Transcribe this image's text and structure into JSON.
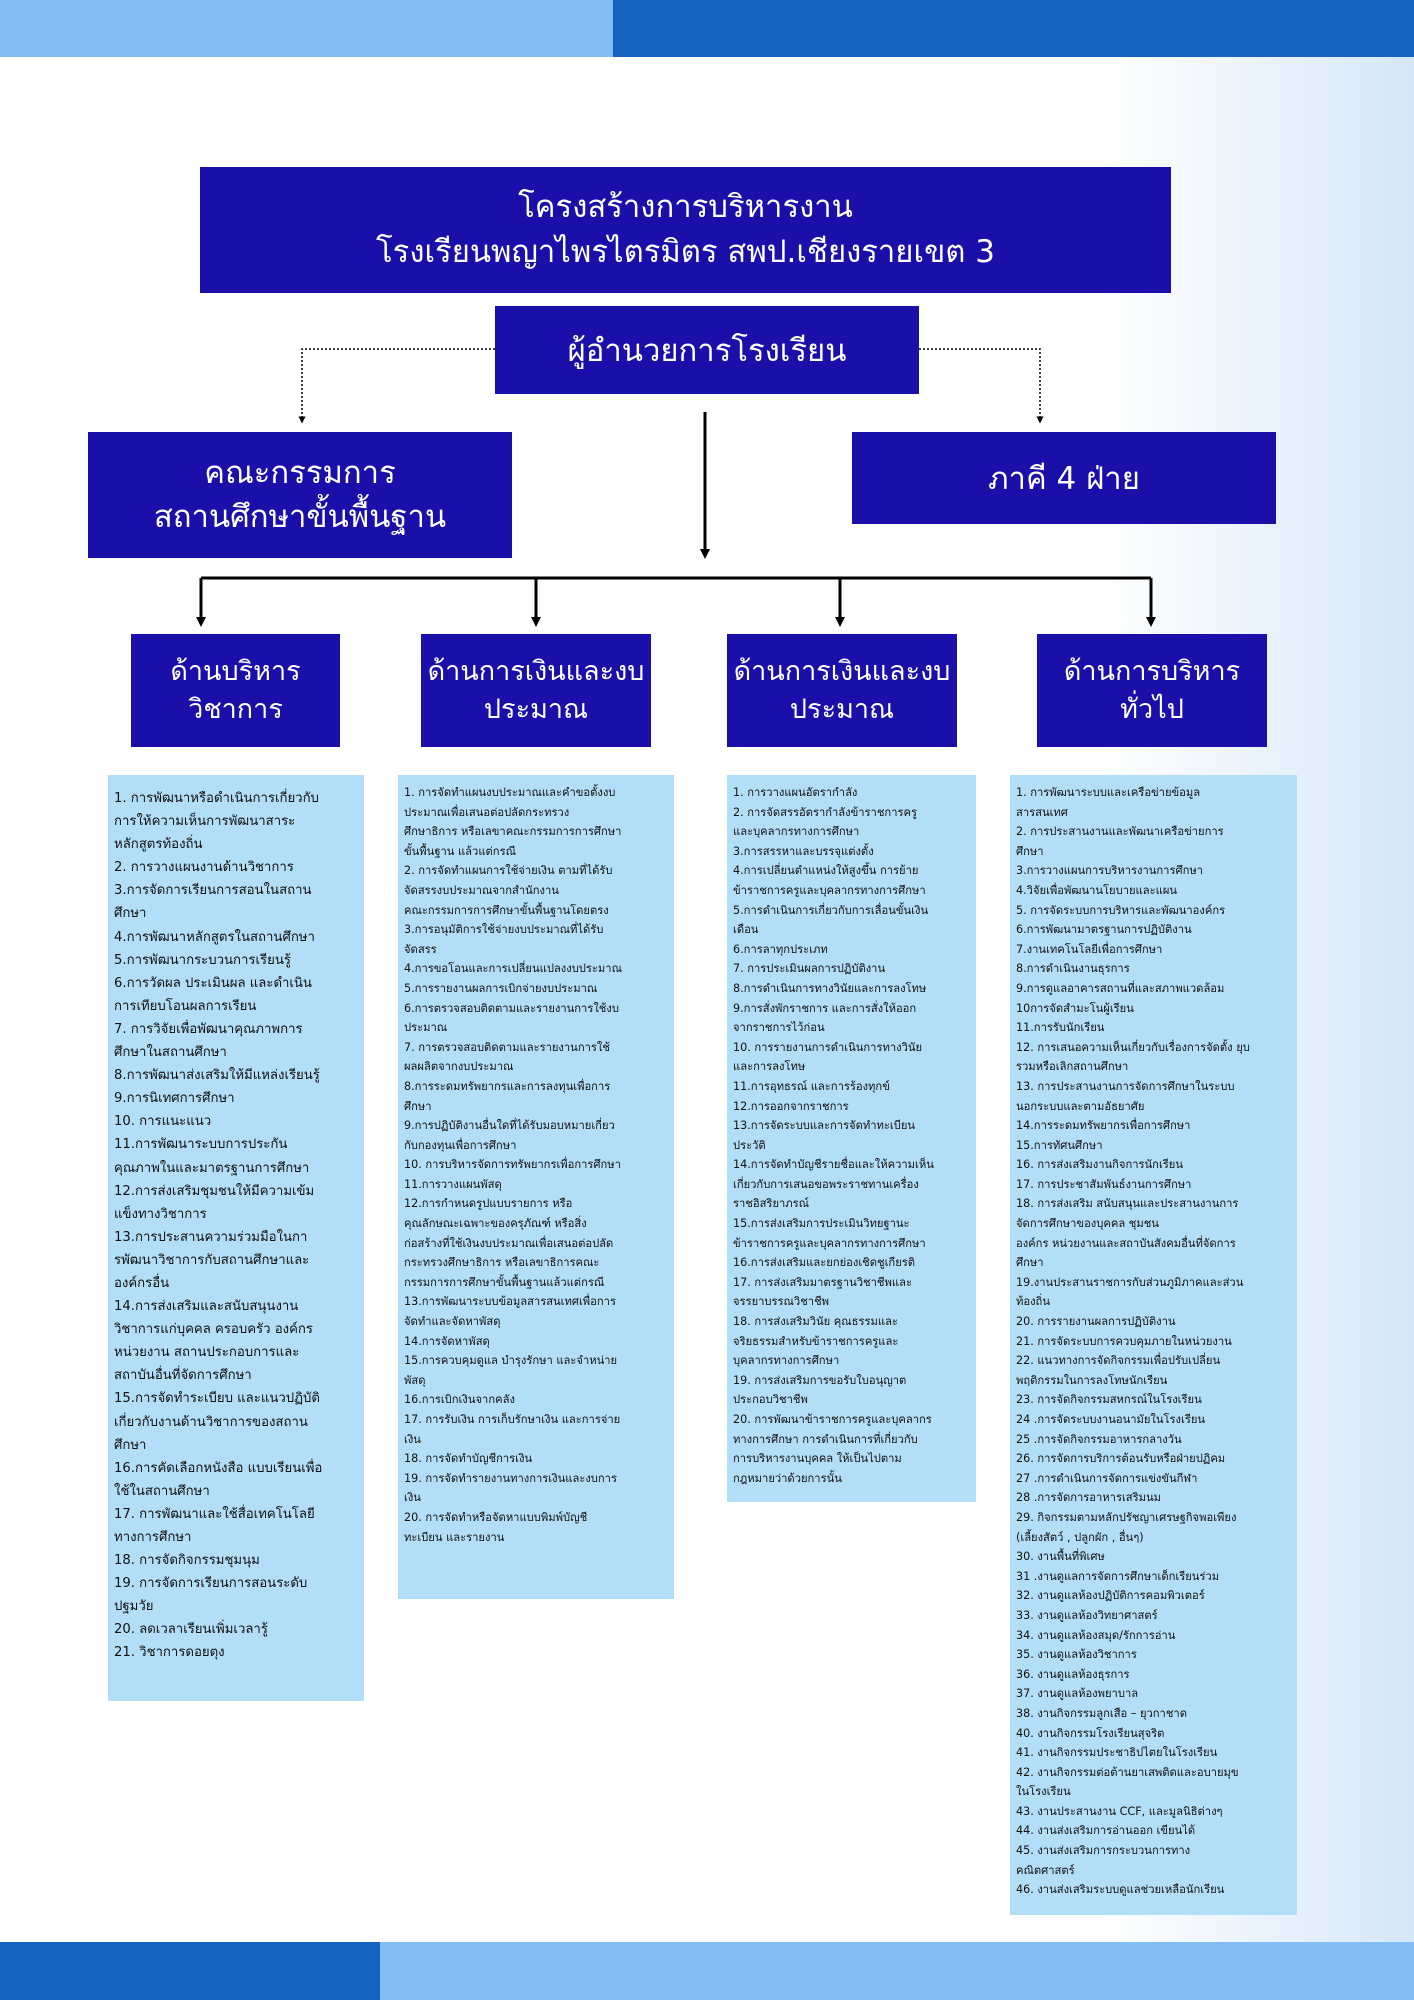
{
  "colors": {
    "header_band_left": "#83bdf1",
    "header_band_right": "#1563c0",
    "box_fill": "#1a0fa8",
    "box_text": "#ffffff",
    "task_fill": "#b3def8",
    "line": "#000000"
  },
  "title": {
    "line1": "โครงสร้างการบริหารงาน",
    "line2": "โรงเรียนพญาไพรไตรมิตร สพป.เชียงรายเขต 3"
  },
  "director": {
    "label": "ผู้อำนวยการโรงเรียน"
  },
  "committee": {
    "line1": "คณะกรรมการ",
    "line2": "สถานศึกษาขั้นพื้นฐาน"
  },
  "partners": {
    "label": "ภาคี 4 ฝ่าย"
  },
  "departments": [
    {
      "line1": "ด้านบริหาร",
      "line2": "วิชาการ"
    },
    {
      "line1": "ด้านการเงินและงบ",
      "line2": "ประมาณ"
    },
    {
      "line1": "ด้านการเงินและงบ",
      "line2": "ประมาณ"
    },
    {
      "line1": "ด้านการบริหาร",
      "line2": "ทั่วไป"
    }
  ],
  "task_lists": [
    [
      "1. การพัฒนาหรือดำเนินการเกี่ยวกับ",
      "การให้ความเห็นการพัฒนาสาระ",
      "หลักสูตรท้องถิ่น",
      "2. การวางแผนงานด้านวิชาการ",
      "3.การจัดการเรียนการสอนในสถาน",
      "ศึกษา",
      "4.การพัฒนาหลักสูตรในสถานศึกษา",
      "5.การพัฒนากระบวนการเรียนรู้",
      "6.การวัดผล ประเมินผล และดำเนิน",
      "การเทียบโอนผลการเรียน",
      "7. การวิจัยเพื่อพัฒนาคุณภาพการ",
      "ศึกษาในสถานศึกษา",
      "8.การพัฒนาส่งเสริมให้มีแหล่งเรียนรู้",
      "9.การนิเทศการศึกษา",
      "10. การแนะแนว",
      "11.การพัฒนาระบบการประกัน",
      "คุณภาพในและมาตรฐานการศึกษา",
      "12.การส่งเสริมชุมชนให้มีความเข้ม",
      "แข็งทางวิชาการ",
      "13.การประสานความร่วมมือในกา",
      "รพัฒนาวิชาการกับสถานศึกษาและ",
      "องค์กรอื่น",
      "14.การส่งเสริมและสนับสนุนงาน",
      "วิชาการแก่บุคคล ครอบครัว องค์กร",
      "หน่วยงาน สถานประกอบการและ",
      "สถาบันอื่นที่จัดการศึกษา",
      "15.การจัดทำระเบียบ และแนวปฏิบัติ",
      "เกี่ยวกับงานด้านวิชาการของสถาน",
      "ศึกษา",
      "16.การคัดเลือกหนังสือ แบบเรียนเพื่อ",
      "ใช้ในสถานศึกษา",
      "17. การพัฒนาและใช้สื่อเทคโนโลยี",
      "ทางการศึกษา",
      "18. การจัดกิจกรรมชุมนุม",
      "19. การจัดการเรียนการสอนระดับ",
      "ปฐมวัย",
      "20. ลดเวลาเรียนเพิ่มเวลารู้",
      "21. วิชาการดอยตุง"
    ],
    [
      "1. การจัดทำแผนงบประมาณและคำขอตั้งงบ",
      "ประมาณเพื่อเสนอต่อปลัดกระทรวง",
      "ศึกษาธิการ หรือเลขาคณะกรรมการการศึกษา",
      "ขั้นพื้นฐาน แล้วแต่กรณี",
      "2. การจัดทำแผนการใช้จ่ายเงิน ตามที่ได้รับ",
      "จัดสรรงบประมาณจากสำนักงาน",
      "คณะกรรมการการศึกษาขั้นพื้นฐานโดยตรง",
      "3.การอนุมัติการใช้จ่ายงบประมาณที่ได้รับ",
      "จัดสรร",
      "4.การขอโอนและการเปลี่ยนแปลงงบประมาณ",
      " 5.การรายงานผลการเบิกจ่ายงบประมาณ",
      "6.การตรวจสอบติดตามและรายงานการใช้งบ",
      "ประมาณ",
      "7. การตรวจสอบติดตามและรายงานการใช้",
      "ผลผลิตจากงบประมาณ",
      "8.การระดมทรัพยากรและการลงทุนเพื่อการ",
      "ศึกษา",
      " 9.การปฏิบัติงานอื่นใดที่ได้รับมอบหมายเกี่ยว",
      "กับกองทุนเพื่อการศึกษา",
      "10. การบริหารจัดการทรัพยากรเพื่อการศึกษา",
      "11.การวางแผนพัสดุ",
      "12.การกำหนดรูปแบบรายการ หรือ",
      "คุณลักษณะเฉพาะของครุภัณฑ์ หรือสิ่ง",
      "ก่อสร้างที่ใช้เงินงบประมาณเพื่อเสนอต่อปลัด",
      "กระทรวงศึกษาธิการ หรือเลขาธิการคณะ",
      "กรรมการการศึกษาขั้นพื้นฐานแล้วแต่กรณี",
      "13.การพัฒนาระบบข้อมูลสารสนเทศเพื่อการ",
      "จัดทำและจัดหาพัสดุ",
      "14.การจัดหาพัสดุ",
      "15.การควบคุมดูแล บำรุงรักษา และจำหน่าย",
      "พัสดุ",
      "16.การเบิกเงินจากคลัง",
      "17. การรับเงิน การเก็บรักษาเงิน และการจ่าย",
      "เงิน",
      "18. การจัดทำบัญชีการเงิน",
      "19. การจัดทำรายงานทางการเงินและงบการ",
      "เงิน",
      "20. การจัดทำหรือจัดหาแบบพิมพ์บัญชี",
      "ทะเบียน และรายงาน"
    ],
    [
      "1. การวางแผนอัตรากำลัง",
      "2. การจัดสรรอัตรากำลังข้าราชการครู",
      "และบุคลากรทางการศึกษา",
      "3.การสรรหาและบรรจุแต่งตั้ง",
      "4.การเปลี่ยนตำแหน่งให้สูงขึ้น การย้าย",
      "ข้าราชการครูและบุคลากรทางการศึกษา",
      " 5.การดำเนินการเกี่ยวกับการเลื่อนขั้นเงิน",
      "เดือน",
      "6.การลาทุกประเภท",
      "7. การประเมินผลการปฏิบัติงาน",
      "8.การดำเนินการทางวินัยและการลงโทษ",
      " 9.การสั่งพักราชการ และการสั่งให้ออก",
      "จากราชการไว้ก่อน",
      "10. การรายงานการดำเนินการทางวินัย",
      "และการลงโทษ",
      "11.การอุทธรณ์ และการร้องทุกข์",
      "12.การออกจากราชการ",
      "13.การจัดระบบและการจัดทำทะเบียน",
      "ประวัติ",
      "14.การจัดทำบัญชีรายชื่อและให้ความเห็น",
      "เกี่ยวกับการเสนอขอพระราชทานเครื่อง",
      "ราชอิสริยาภรณ์",
      "15.การส่งเสริมการประเมินวิทยฐานะ",
      "ข้าราชการครูและบุคลากรทางการศึกษา",
      "16.การส่งเสริมและยกย่องเชิดชูเกียรติ",
      "17. การส่งเสริมมาตรฐานวิชาชีพและ",
      "จรรยาบรรณวิชาชีพ",
      "18. การส่งเสริมวินัย คุณธรรมและ",
      "จริยธรรมสำหรับข้าราชการครูและ",
      "บุคลากรทางการศึกษา",
      "19. การส่งเสริมการขอรับใบอนุญาต",
      "ประกอบวิชาชีพ",
      "20. การพัฒนาข้าราชการครูและบุคลากร",
      "ทางการศึกษา การดำเนินการที่เกี่ยวกับ",
      "การบริหารงานบุคคล ให้เป็นไปตาม",
      "กฎหมายว่าด้วยการนั้น"
    ],
    [
      "1. การพัฒนาระบบและเครือข่ายข้อมูล",
      "สารสนเทศ",
      "2. การประสานงานและพัฒนาเครือข่ายการ",
      "ศึกษา",
      "3.การวางแผนการบริหารงานการศึกษา",
      "4.วิจัยเพื่อพัฒนานโยบายและแผน",
      " 5. การจัดระบบการบริหารและพัฒนาองค์กร",
      "6.การพัฒนามาตรฐานการปฏิบัติงาน",
      "7.งานเทคโนโลยีเพื่อการศึกษา",
      "8.การดำเนินงานธุรการ",
      " 9.การดูแลอาคารสถานที่และสภาพแวดล้อม",
      "10การจัดสำมะโนผู้เรียน",
      "11.การรับนักเรียน",
      "12. การเสนอความเห็นเกี่ยวกับเรื่องการจัดตั้ง ยุบ",
      "รวมหรือเลิกสถานศึกษา",
      "13. การประสานงานการจัดการศึกษาในระบบ",
      "นอกระบบและตามอัธยาศัย",
      "14.การระดมทรัพยากรเพื่อการศึกษา",
      "15.การทัศนศึกษา",
      "16. การส่งเสริมงานกิจการนักเรียน",
      "17. การประชาสัมพันธ์งานการศึกษา",
      "18. การส่งเสริม สนับสนุนและประสานงานการ",
      "จัดการศึกษาของบุคคล ชุมชน",
      "องค์กร หน่วยงานและสถาบันสังคมอื่นที่จัดการ",
      "ศึกษา",
      "19.งานประสานราชการกับส่วนภูมิภาคและส่วน",
      "ท้องถิ่น",
      "20. การรายงานผลการปฏิบัติงาน",
      "21. การจัดระบบการควบคุมภายในหน่วยงาน",
      "22. แนวทางการจัดกิจกรรมเพื่อปรับเปลี่ยน",
      "พฤติกรรมในการลงโทษนักเรียน",
      "23. การจัดกิจกรรมสหกรณ์ในโรงเรียน",
      "24 .การจัดระบบงานอนามัยในโรงเรียน",
      "25 .การจัดกิจกรรมอาหารกลางวัน",
      "26. การจัดการบริการต้อนรับหรือฝ่ายปฏิคม",
      "27 .การดำเนินการจัดการแข่งขันกีฬา",
      "28 .การจัดการอาหารเสริมนม",
      "29. กิจกรรมตามหลักปรัชญาเศรษฐกิจพอเพียง",
      "(เลี้ยงสัตว์ , ปลูกผัก , อื่นๆ)",
      "30. งานพื้นที่พิเศษ",
      "31 .งานดูแลการจัดการศึกษาเด็กเรียนร่วม",
      "32. งานดูแลห้องปฏิบัติการคอมพิวเตอร์",
      "33. งานดูแลห้องวิทยาศาสตร์",
      "34. งานดูแลห้องสมุด/รักการอ่าน",
      "35. งานดูแลห้องวิชาการ",
      "36. งานดูแลห้องธุรการ",
      "37. งานดูแลห้องพยาบาล",
      "38. งานกิจกรรมลูกเสือ – ยุวกาชาด",
      "40. งานกิจกรรมโรงเรียนสุจริต",
      "41. งานกิจกรรมประชาธิปไตยในโรงเรียน",
      "42. งานกิจกรรมต่อต้านยาเสพติดและอบายมุข",
      "ในโรงเรียน",
      "43. งานประสานงาน CCF, และมูลนิธิต่างๆ",
      "44. งานส่งเสริมการอ่านออก เขียนได้",
      "45. งานส่งเสริมการกระบวนการทาง",
      "คณิตศาสตร์",
      "46. งานส่งเสริมระบบดูแลช่วยเหลือนักเรียน"
    ]
  ]
}
